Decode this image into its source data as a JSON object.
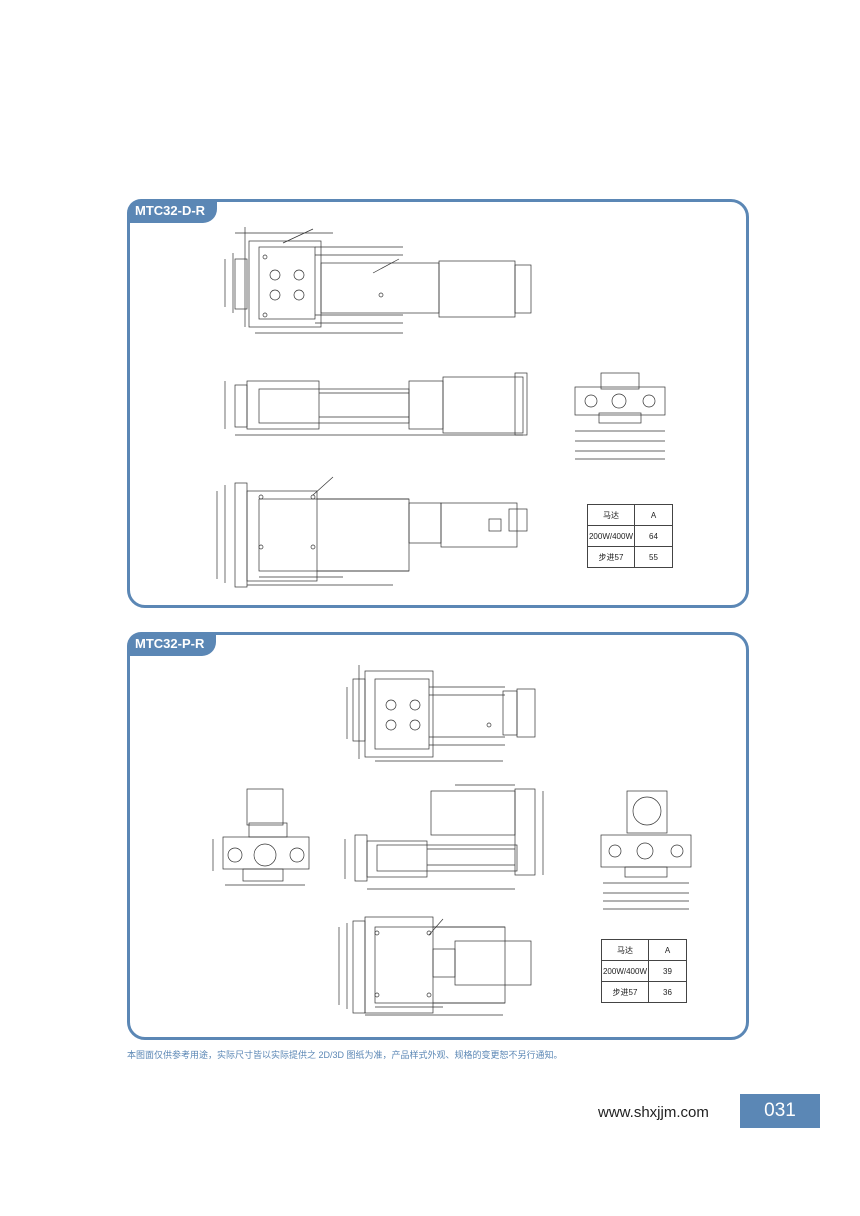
{
  "panel1": {
    "title": "MTC32-D-R",
    "table": {
      "header": [
        "马达",
        "A"
      ],
      "rows": [
        [
          "200W/400W",
          "64"
        ],
        [
          "步进57",
          "55"
        ]
      ]
    }
  },
  "panel2": {
    "title": "MTC32-P-R",
    "table": {
      "header": [
        "马达",
        "A"
      ],
      "rows": [
        [
          "200W/400W",
          "39"
        ],
        [
          "步进57",
          "36"
        ]
      ]
    }
  },
  "footnote": "本图面仅供参考用途，实际尺寸皆以实际提供之 2D/3D 图纸为准，产品样式外观、规格的变更恕不另行通知。",
  "footer": {
    "website": "www.shxjjm.com",
    "page_number": "031"
  },
  "colors": {
    "accent": "#5b87b5"
  }
}
